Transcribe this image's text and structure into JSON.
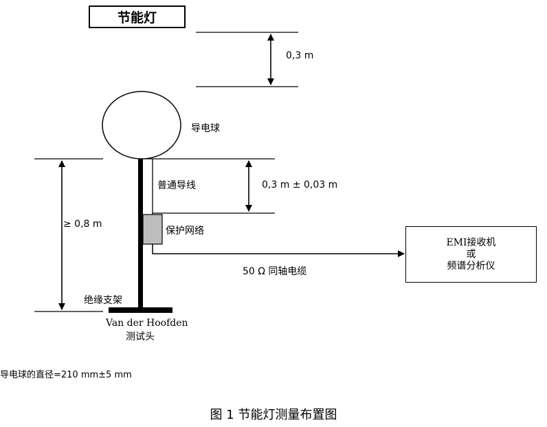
{
  "title_box": "节能灯",
  "labels": {
    "distance_top": "0,3 m",
    "sphere": "导电球",
    "wire": "普通导线",
    "distance_wire": "0,3 m ± 0,03 m",
    "height": "≥ 0,8 m",
    "protection": "保护网络",
    "cable": "50 Ω 同轴电缆",
    "support": "绝缘支架",
    "probe_line1": "Van der Hoofden",
    "probe_line2": "测试头"
  },
  "emi_box": {
    "line1": "EMI接收机",
    "line2": "或",
    "line3": "频谱分析仪"
  },
  "note": "导电球的直径=210 mm±5 mm",
  "caption": "图 1  节能灯测量布置图"
}
